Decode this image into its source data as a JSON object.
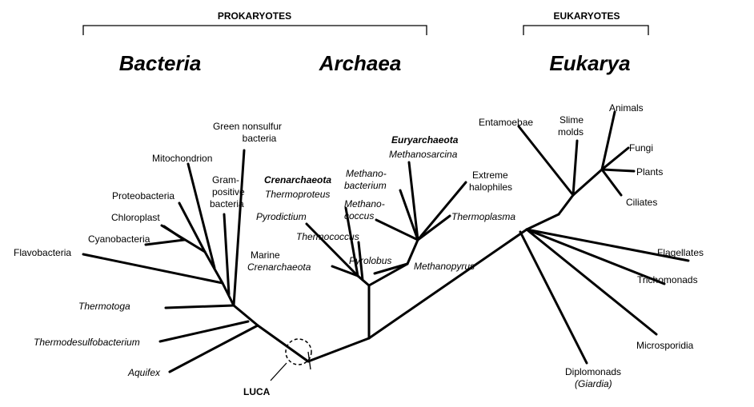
{
  "groups": {
    "prokaryotes": "PROKARYOTES",
    "eukaryotes": "EUKARYOTES"
  },
  "domains": {
    "bacteria": "Bacteria",
    "archaea": "Archaea",
    "eukarya": "Eukarya"
  },
  "bacteria": {
    "green_nonsulfur_1": "Green nonsulfur",
    "green_nonsulfur_2": "bacteria",
    "mitochondrion": "Mitochondrion",
    "gram_positive_1": "Gram-",
    "gram_positive_2": "positive",
    "gram_positive_3": "bacteria",
    "proteobacteria": "Proteobacteria",
    "chloroplast": "Chloroplast",
    "cyanobacteria": "Cyanobacteria",
    "flavobacteria": "Flavobacteria",
    "thermotoga": "Thermotoga",
    "thermodesulfobacterium": "Thermodesulfobacterium",
    "aquifex": "Aquifex"
  },
  "archaea": {
    "crenarchaeota": "Crenarchaeota",
    "thermoproteus": "Thermoproteus",
    "pyrodictium": "Pyrodictium",
    "thermococcus": "Thermococcus",
    "marine_1": "Marine",
    "marine_2": "Crenarchaeota",
    "pyrolobus": "Pyrolobus",
    "euryarchaeota": "Euryarchaeota",
    "methanosarcina": "Methanosarcina",
    "methanobacterium_1": "Methano-",
    "methanobacterium_2": "bacterium",
    "methanococcus_1": "Methano-",
    "methanococcus_2": "coccus",
    "extreme_1": "Extreme",
    "extreme_2": "halophiles",
    "thermoplasma": "Thermoplasma",
    "methanopyrus": "Methanopyrus"
  },
  "eukarya": {
    "entamoebae": "Entamoebae",
    "slime_1": "Slime",
    "slime_2": "molds",
    "animals": "Animals",
    "fungi": "Fungi",
    "plants": "Plants",
    "ciliates": "Ciliates",
    "flagellates": "Flagellates",
    "trichomonads": "Trichomonads",
    "microsporidia": "Microsporidia",
    "diplomonads_1": "Diplomonads",
    "diplomonads_2": "(Giardia)"
  },
  "root": {
    "luca": "LUCA"
  }
}
